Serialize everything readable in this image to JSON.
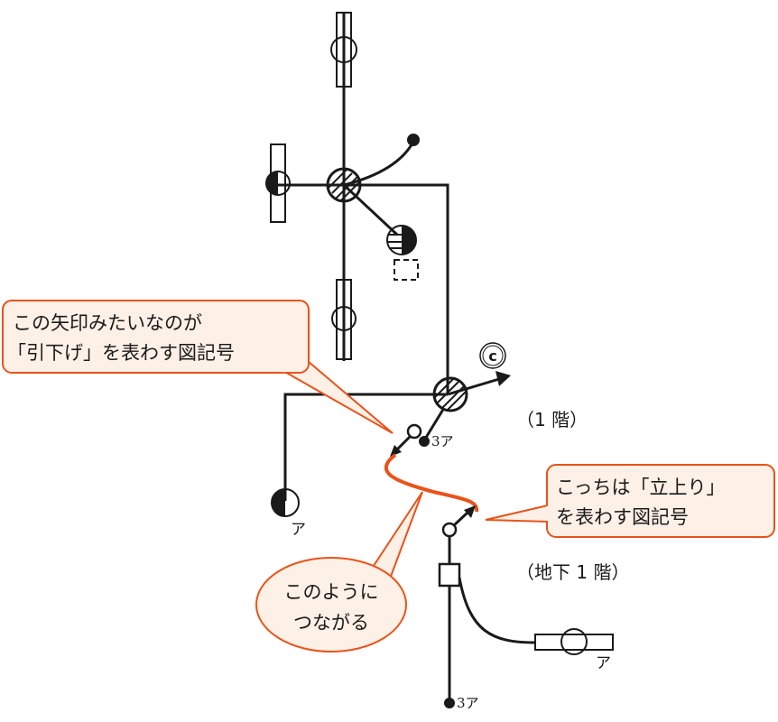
{
  "colors": {
    "line": "#1a1a1a",
    "accent": "#e8531a",
    "callout_fill": "#fdf0e6",
    "callout_border": "#e8531a"
  },
  "floor_labels": {
    "first_floor": "（1 階）",
    "basement_1": "（地下 1 階）"
  },
  "symbol_labels": {
    "c_mark": "c",
    "a_mark": "ア",
    "three_a": "3ア"
  },
  "callouts": {
    "down_arrow": {
      "line1": "この矢印みたいなのが",
      "line2": "「引下げ」を表わす図記号"
    },
    "up_arrow": {
      "line1": "こっちは「立上り」",
      "line2": "を表わす図記号"
    },
    "connect": {
      "line1": "このように",
      "line2": "つながる"
    }
  }
}
